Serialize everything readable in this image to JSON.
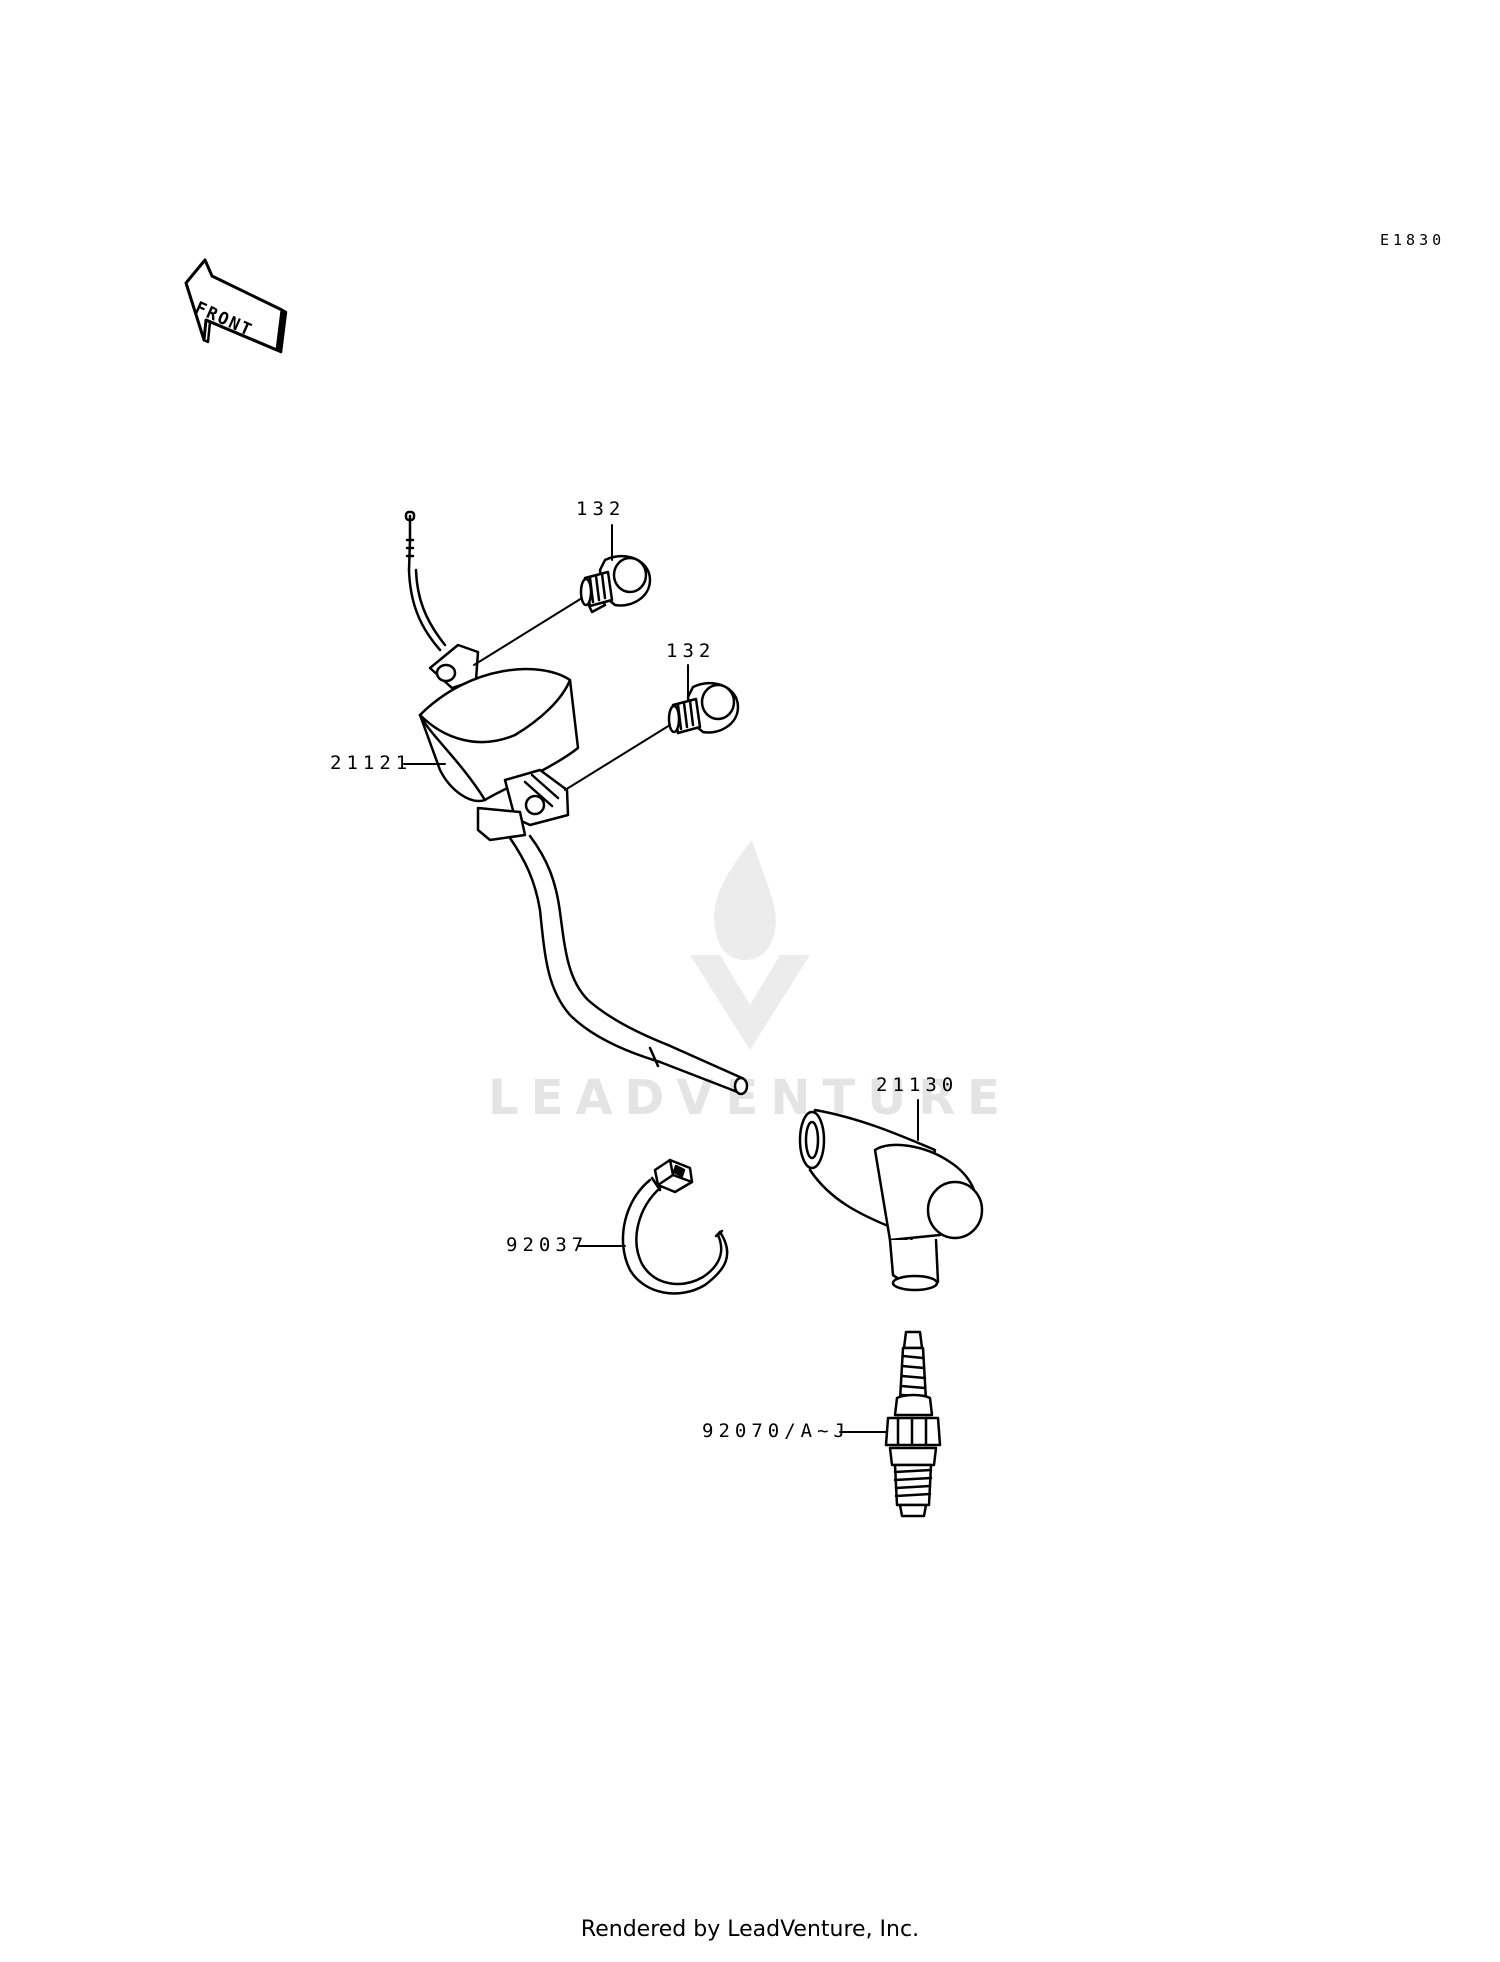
{
  "diagram_code": "E1830",
  "front_label": "FRONT",
  "watermark": "LEADVENTURE",
  "footer": "Rendered by LeadVenture, Inc.",
  "parts": {
    "bolt_upper": "132",
    "bolt_lower": "132",
    "ignition_coil": "21121",
    "plug_cap": "21130",
    "band": "92037",
    "spark_plug": "92070/A~J"
  }
}
